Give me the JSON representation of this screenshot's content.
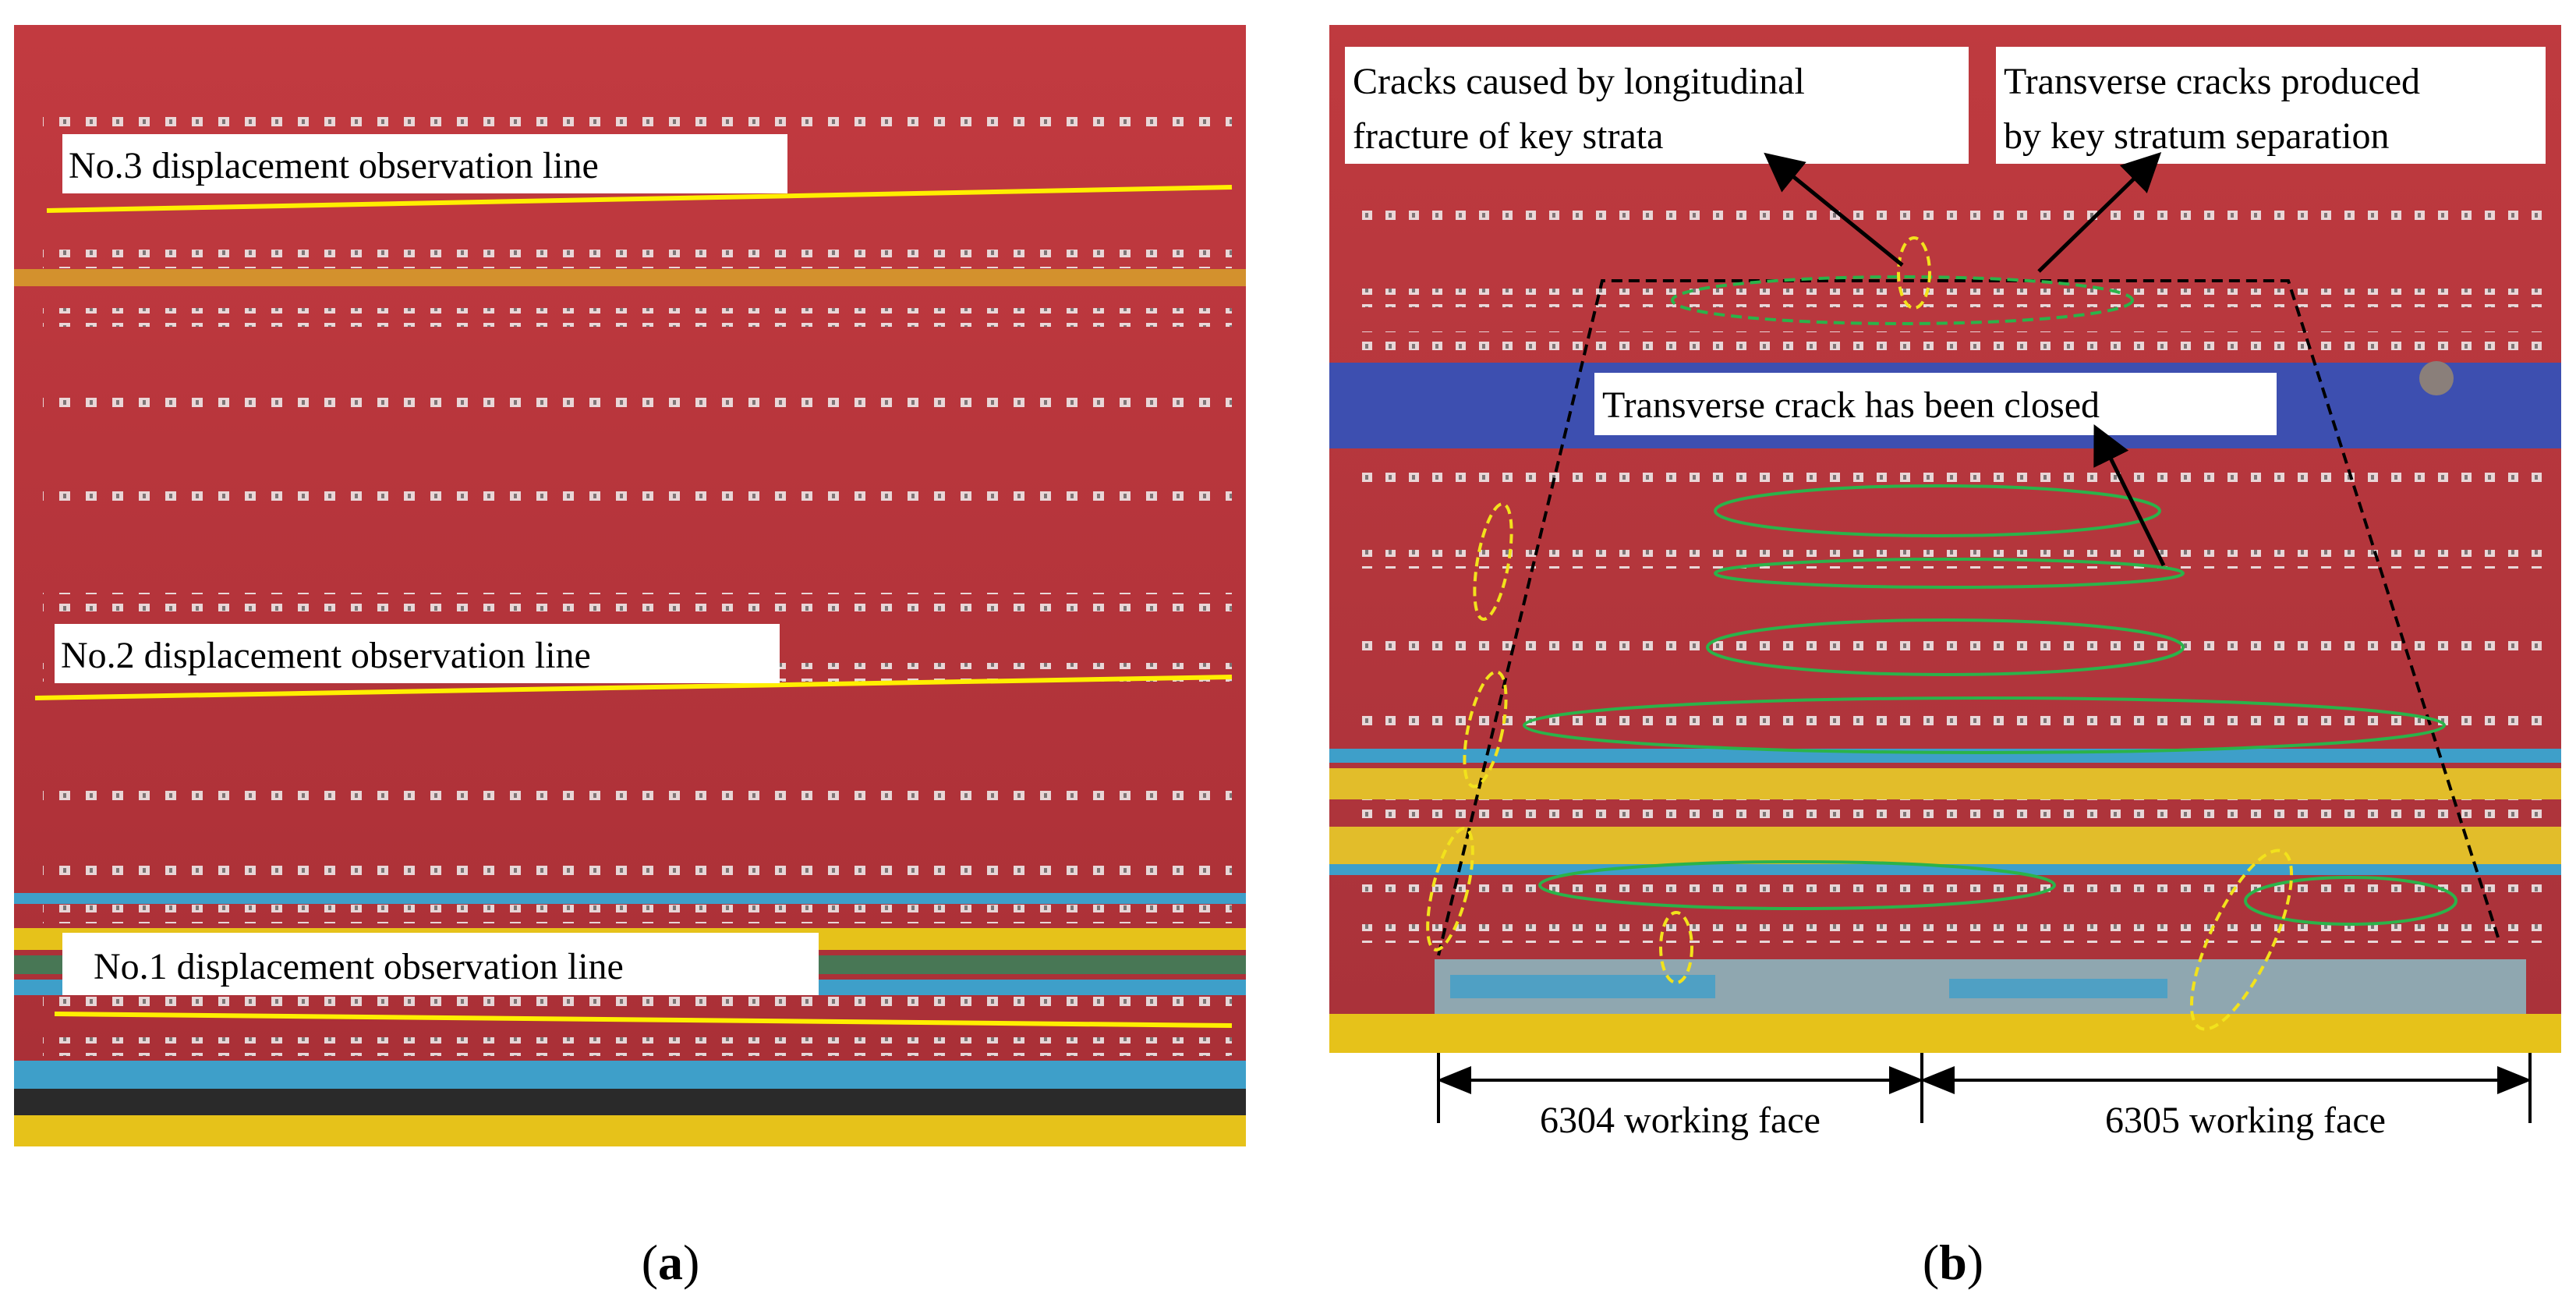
{
  "panel_a": {
    "caption_open": "(",
    "caption_letter": "a",
    "caption_close": ")",
    "lines": [
      {
        "label": "No.3 displacement observation line"
      },
      {
        "label": "No.2 displacement observation line"
      },
      {
        "label": "No.1 displacement observation line"
      }
    ],
    "colors": {
      "rock": "#b8333a",
      "yellow": "#e6c21a",
      "blue": "#3e9fc9",
      "line": "#ffef00"
    }
  },
  "panel_b": {
    "caption_open": "(",
    "caption_letter": "b",
    "caption_close": ")",
    "annotations": {
      "longitudinal_line1": "Cracks caused by longitudinal",
      "longitudinal_line2": "fracture of key strata",
      "transverse_line1": "Transverse cracks produced",
      "transverse_line2": "by key stratum separation",
      "closed": "Transverse crack has been closed"
    },
    "faces": {
      "left": "6304 working face",
      "right": "6305 working face"
    },
    "colors": {
      "rock": "#b5363b",
      "blue_band": "#3d4fb0",
      "crack_green": "#2bb34a",
      "crack_yellow": "#f2e21c"
    }
  }
}
